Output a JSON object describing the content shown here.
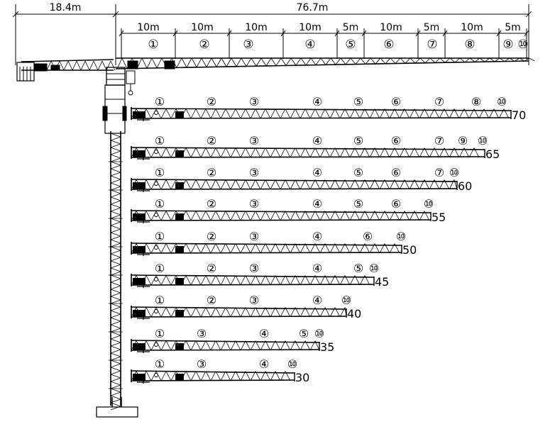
{
  "dimensions": {
    "counter_jib": "18.4m",
    "jib_total": "76.7m",
    "segment_lengths": [
      "10m",
      "10m",
      "10m",
      "10m",
      "5m",
      "10m",
      "5m",
      "10m",
      "5m"
    ]
  },
  "main_jib_sections": [
    "①",
    "②",
    "③",
    "④",
    "⑤",
    "⑥",
    "⑦",
    "⑧",
    "⑨",
    "⑩"
  ],
  "configurations": [
    {
      "length": "70",
      "sections": [
        "①",
        "②",
        "③",
        "④",
        "⑤",
        "⑥",
        "⑦",
        "⑧",
        "⑩"
      ]
    },
    {
      "length": "65",
      "sections": [
        "①",
        "②",
        "③",
        "④",
        "⑤",
        "⑥",
        "⑦",
        "⑨",
        "⑩"
      ]
    },
    {
      "length": "60",
      "sections": [
        "①",
        "②",
        "③",
        "④",
        "⑤",
        "⑥",
        "⑦",
        "⑩"
      ]
    },
    {
      "length": "55",
      "sections": [
        "①",
        "②",
        "③",
        "④",
        "⑤",
        "⑥",
        "⑩"
      ]
    },
    {
      "length": "50",
      "sections": [
        "①",
        "②",
        "③",
        "④",
        "⑥",
        "⑩"
      ]
    },
    {
      "length": "45",
      "sections": [
        "①",
        "②",
        "③",
        "④",
        "⑤",
        "⑩"
      ]
    },
    {
      "length": "40",
      "sections": [
        "①",
        "②",
        "③",
        "④",
        "⑩"
      ]
    },
    {
      "length": "35",
      "sections": [
        "①",
        "③",
        "④",
        "⑤",
        "⑩"
      ]
    },
    {
      "length": "30",
      "sections": [
        "①",
        "③",
        "④",
        "⑩"
      ]
    }
  ]
}
